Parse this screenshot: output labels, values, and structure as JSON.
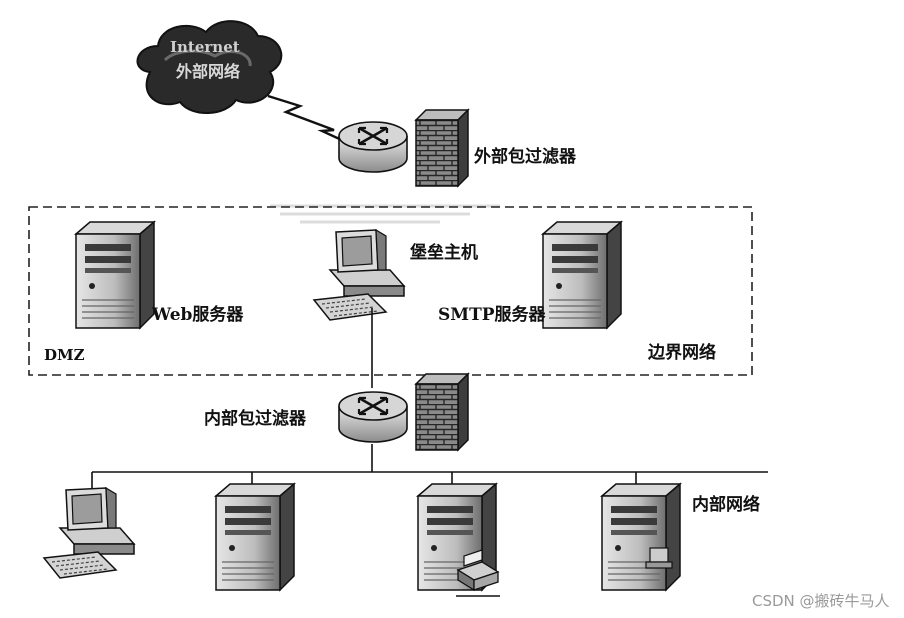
{
  "cloud": {
    "line1": "Internet",
    "line2": "外部网络"
  },
  "labels": {
    "outer_filter": "外部包过滤器",
    "bastion": "堡垒主机",
    "web_server": "Web服务器",
    "smtp_server": "SMTP服务器",
    "dmz": "DMZ",
    "perimeter": "边界网络",
    "inner_filter": "内部包过滤器",
    "internal": "内部网络"
  },
  "watermark": "CSDN @搬砖牛马人"
}
